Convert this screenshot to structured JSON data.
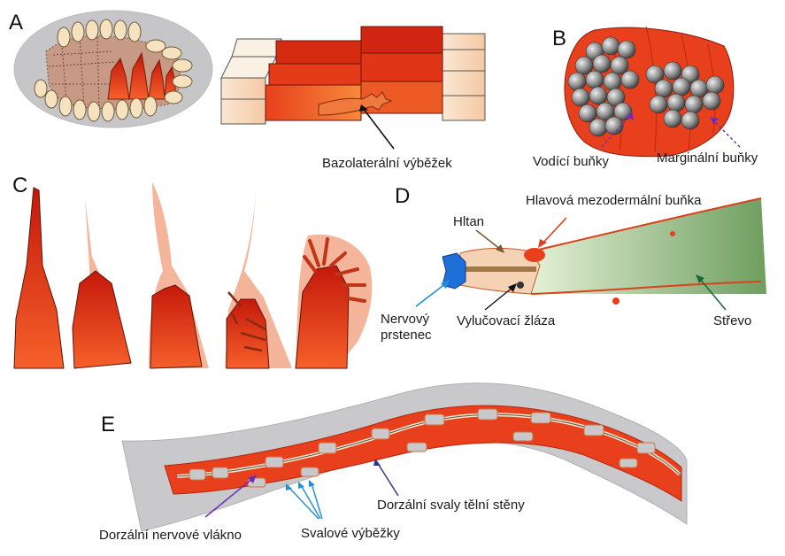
{
  "panels": {
    "a": {
      "letter": "A",
      "label_process": "Bazolaterální výběžek"
    },
    "b": {
      "letter": "B",
      "label_guide": "Vodící buňky",
      "label_marginal": "Marginální buňky"
    },
    "c": {
      "letter": "C"
    },
    "d": {
      "letter": "D",
      "label_pharynx": "Hltan",
      "label_head_mesoderm": "Hlavová mezodermální buňka",
      "label_nerve_ring": "Nervový prstenec",
      "label_excretory": "Vylučovací žláza",
      "label_intestine": "Střevo"
    },
    "e": {
      "letter": "E",
      "label_dorsal_cord": "Dorzální nervové vlákno",
      "label_muscle_arms": "Svalové výběžky",
      "label_body_wall": "Dorzální svaly tělní stěny"
    }
  },
  "colors": {
    "red": "#e8401c",
    "orange": "#f57a2a",
    "pale_orange": "#f6b38f",
    "gray": "#c9c9cb",
    "green": "#9fc48b",
    "blue": "#1f8fd8",
    "purple": "#6f2db3"
  }
}
